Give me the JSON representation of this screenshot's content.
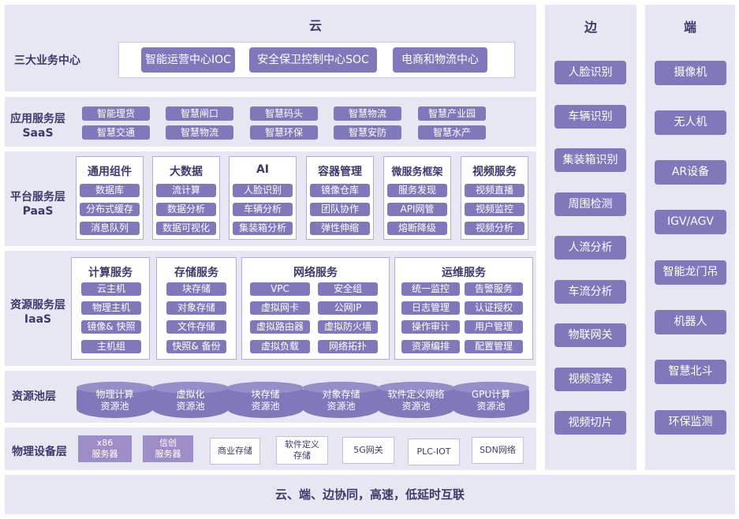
{
  "cloud": {
    "title": "云",
    "three_centers": {
      "label": "三大业务中心",
      "items": [
        "智能运营中心IOC",
        "安全保卫控制中心SOC",
        "电商和物流中心"
      ]
    },
    "saas": {
      "label_cn": "应用服务层",
      "label_en": "SaaS",
      "items": [
        "智能理货",
        "智慧闸口",
        "智慧码头",
        "智慧物流",
        "智慧产业园",
        "智慧交通",
        "智慧物流",
        "智慧环保",
        "智慧安防",
        "智慧水产"
      ]
    },
    "paas": {
      "label_cn": "平台服务层",
      "label_en": "PaaS",
      "groups": [
        {
          "title": "通用组件",
          "items": [
            "数据库",
            "分布式缓存",
            "消息队列"
          ]
        },
        {
          "title": "大数据",
          "items": [
            "流计算",
            "数据分析",
            "数据可视化"
          ]
        },
        {
          "title": "AI",
          "items": [
            "人脸识别",
            "车辆分析",
            "集装箱分析"
          ]
        },
        {
          "title": "容器管理",
          "items": [
            "镜像仓库",
            "团队协作",
            "弹性伸缩"
          ]
        },
        {
          "title": "微服务框架",
          "items": [
            "服务发现",
            "API网管",
            "熔断降级"
          ]
        },
        {
          "title": "视频服务",
          "items": [
            "视频直播",
            "视频监控",
            "视频分析"
          ]
        }
      ]
    },
    "iaas": {
      "label_cn": "资源服务层",
      "label_en": "IaaS",
      "groups": [
        {
          "title": "计算服务",
          "items": [
            "云主机",
            "物理主机",
            "镜像& 快照",
            "主机组"
          ]
        },
        {
          "title": "存储服务",
          "items": [
            "块存储",
            "对象存储",
            "文件存储",
            "快照& 备份"
          ]
        },
        {
          "title": "网络服务",
          "items": [
            "VPC",
            "安全组",
            "虚拟网卡",
            "公网IP",
            "虚拟路由器",
            "虚拟防火墙",
            "虚拟负载",
            "网络拓扑"
          ]
        },
        {
          "title": "运维服务",
          "items": [
            "统一监控",
            "告警服务",
            "日志管理",
            "认证授权",
            "操作审计",
            "用户管理",
            "资源编排",
            "配置管理"
          ]
        }
      ]
    },
    "pool": {
      "label": "资源池层",
      "items": [
        [
          "物理计算",
          "资源池"
        ],
        [
          "虚拟化",
          "资源池"
        ],
        [
          "块存储",
          "资源池"
        ],
        [
          "对象存储",
          "资源池"
        ],
        [
          "软件定义网络",
          "资源池"
        ],
        [
          "GPU计算",
          "资源池"
        ]
      ]
    },
    "physical": {
      "label": "物理设备层",
      "items": [
        [
          "x86",
          "服务器"
        ],
        [
          "信创",
          "服务器"
        ],
        [
          "商业存储"
        ],
        [
          "软件定义",
          "存储"
        ],
        [
          "5G网关"
        ],
        [
          "PLC-IOT"
        ],
        [
          "SDN网络"
        ]
      ]
    }
  },
  "edge": {
    "title": "边",
    "items": [
      "人脸识别",
      "车辆识别",
      "集装箱识别",
      "周围检测",
      "人流分析",
      "车流分析",
      "物联网关",
      "视频渲染",
      "视频切片"
    ]
  },
  "end": {
    "title": "端",
    "items": [
      "摄像机",
      "无人机",
      "AR设备",
      "IGV/AGV",
      "智能龙门吊",
      "机器人",
      "智慧北斗",
      "环保监测"
    ]
  },
  "footer": "云、端、边协同，高速，低延时互联"
}
